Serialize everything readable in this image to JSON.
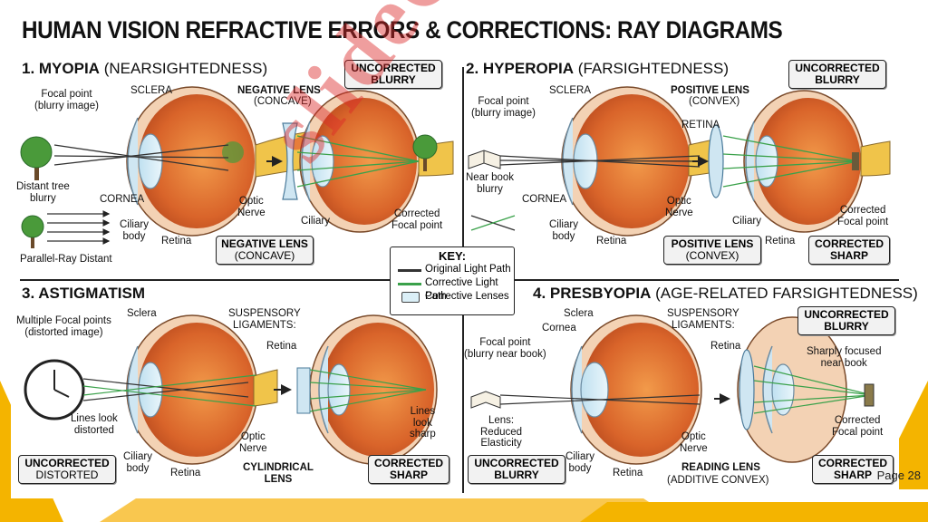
{
  "title": "HUMAN VISION REFRACTIVE ERRORS & CORRECTIONS: RAY DIAGRAMS",
  "watermark": "slideOpen",
  "page": "Page 28",
  "key": {
    "title": "KEY:",
    "items": [
      "Original Light Path",
      "Corrective Light Path",
      "Corrective Lenses"
    ]
  },
  "colors": {
    "original": "#333333",
    "corrective": "#3aa14a",
    "eye": "#e06a2a",
    "sclera": "#f5d6b8",
    "lens": "#cfe6f2"
  },
  "sections": {
    "myopia": {
      "num": "1. MYOPIA",
      "sub": "(NEARSIGHTEDNESS)",
      "badge": {
        "line1": "UNCORRECTED",
        "line2": "BLURRY"
      },
      "lensbox": {
        "line1": "NEGATIVE LENS",
        "line2": "(CONCAVE)"
      },
      "labels": {
        "focal": "Focal point\n(blurry image)",
        "sclera": "SCLERA",
        "tree": "Distant tree\nblurry",
        "cornea": "CORNEA",
        "ciliary": "Ciliary\nbody",
        "retina": "Retina",
        "parallel": "Parallel-Ray Distant",
        "neglens": "NEGATIVE LENS",
        "concave": "(CONCAVE)",
        "optic": "Optic\nNerve",
        "ciliary2": "Ciliary",
        "corrected": "Corrected\nFocal point"
      }
    },
    "hyperopia": {
      "num": "2. HYPEROPIA",
      "sub": "(FARSIGHTEDNESS)",
      "badge": {
        "line1": "UNCORRECTED",
        "line2": "BLURRY"
      },
      "lensbox": {
        "line1": "POSITIVE LENS",
        "line2": "(CONVEX)"
      },
      "corrbox": {
        "line1": "CORRECTED",
        "line2": "SHARP"
      },
      "labels": {
        "focal": "Focal point\n(blurry image)",
        "sclera": "SCLERA",
        "poslens": "POSITIVE LENS",
        "convex": "(CONVEX)",
        "retina_top": "RETINA",
        "book": "Near book\nblurry",
        "cornea": "CORNEA",
        "ciliary": "Ciliary\nbody",
        "retina": "Retina",
        "optic": "Optic\nNerve",
        "ciliary2": "Ciliary",
        "retina2": "Retina",
        "corrected": "Corrected\nFocal point"
      }
    },
    "astigmatism": {
      "num": "3. ASTIGMATISM",
      "sub": "",
      "badge": {
        "line1": "UNCORRECTED",
        "line2": "DISTORTED"
      },
      "corrbox": {
        "line1": "CORRECTED",
        "line2": "SHARP"
      },
      "labels": {
        "multiple": "Multiple Focal points\n(distorted image)",
        "sclera": "Sclera",
        "susp": "SUSPENSORY\nLIGAMENTS:",
        "retina": "Retina",
        "lines": "Lines look\ndistorted",
        "ciliary": "Ciliary\nbody",
        "retina2": "Retina",
        "optic": "Optic\nNerve",
        "cyl": "CYLINDRICAL\nLENS",
        "sharp": "Lines\nlook\nsharp"
      }
    },
    "presbyopia": {
      "num": "4. PRESBYOPIA",
      "sub": "(AGE-RELATED FARSIGHTEDNESS)",
      "badge": {
        "line1": "UNCORRECTED",
        "line2": "BLURRY"
      },
      "badge2": {
        "line1": "UNCORRECTED",
        "line2": "BLURRY"
      },
      "corrbox": {
        "line1": "CORRECTED",
        "line2": "SHARP"
      },
      "labels": {
        "sclera": "Sclera",
        "cornea": "Cornea",
        "susp": "SUSPENSORY\nLIGAMENTS:",
        "retina": "Retina",
        "focal": "Focal point\n(blurry near book)",
        "sharp": "Sharply focused\nnear book",
        "lens": "Lens:\nReduced\nElasticity",
        "ciliary": "Ciliary\nbody",
        "retina2": "Retina",
        "optic": "Optic\nNerve",
        "reading": "READING LENS",
        "additive": "(ADDITIVE CONVEX)",
        "corrected": "Corrected\nFocal point"
      }
    }
  }
}
